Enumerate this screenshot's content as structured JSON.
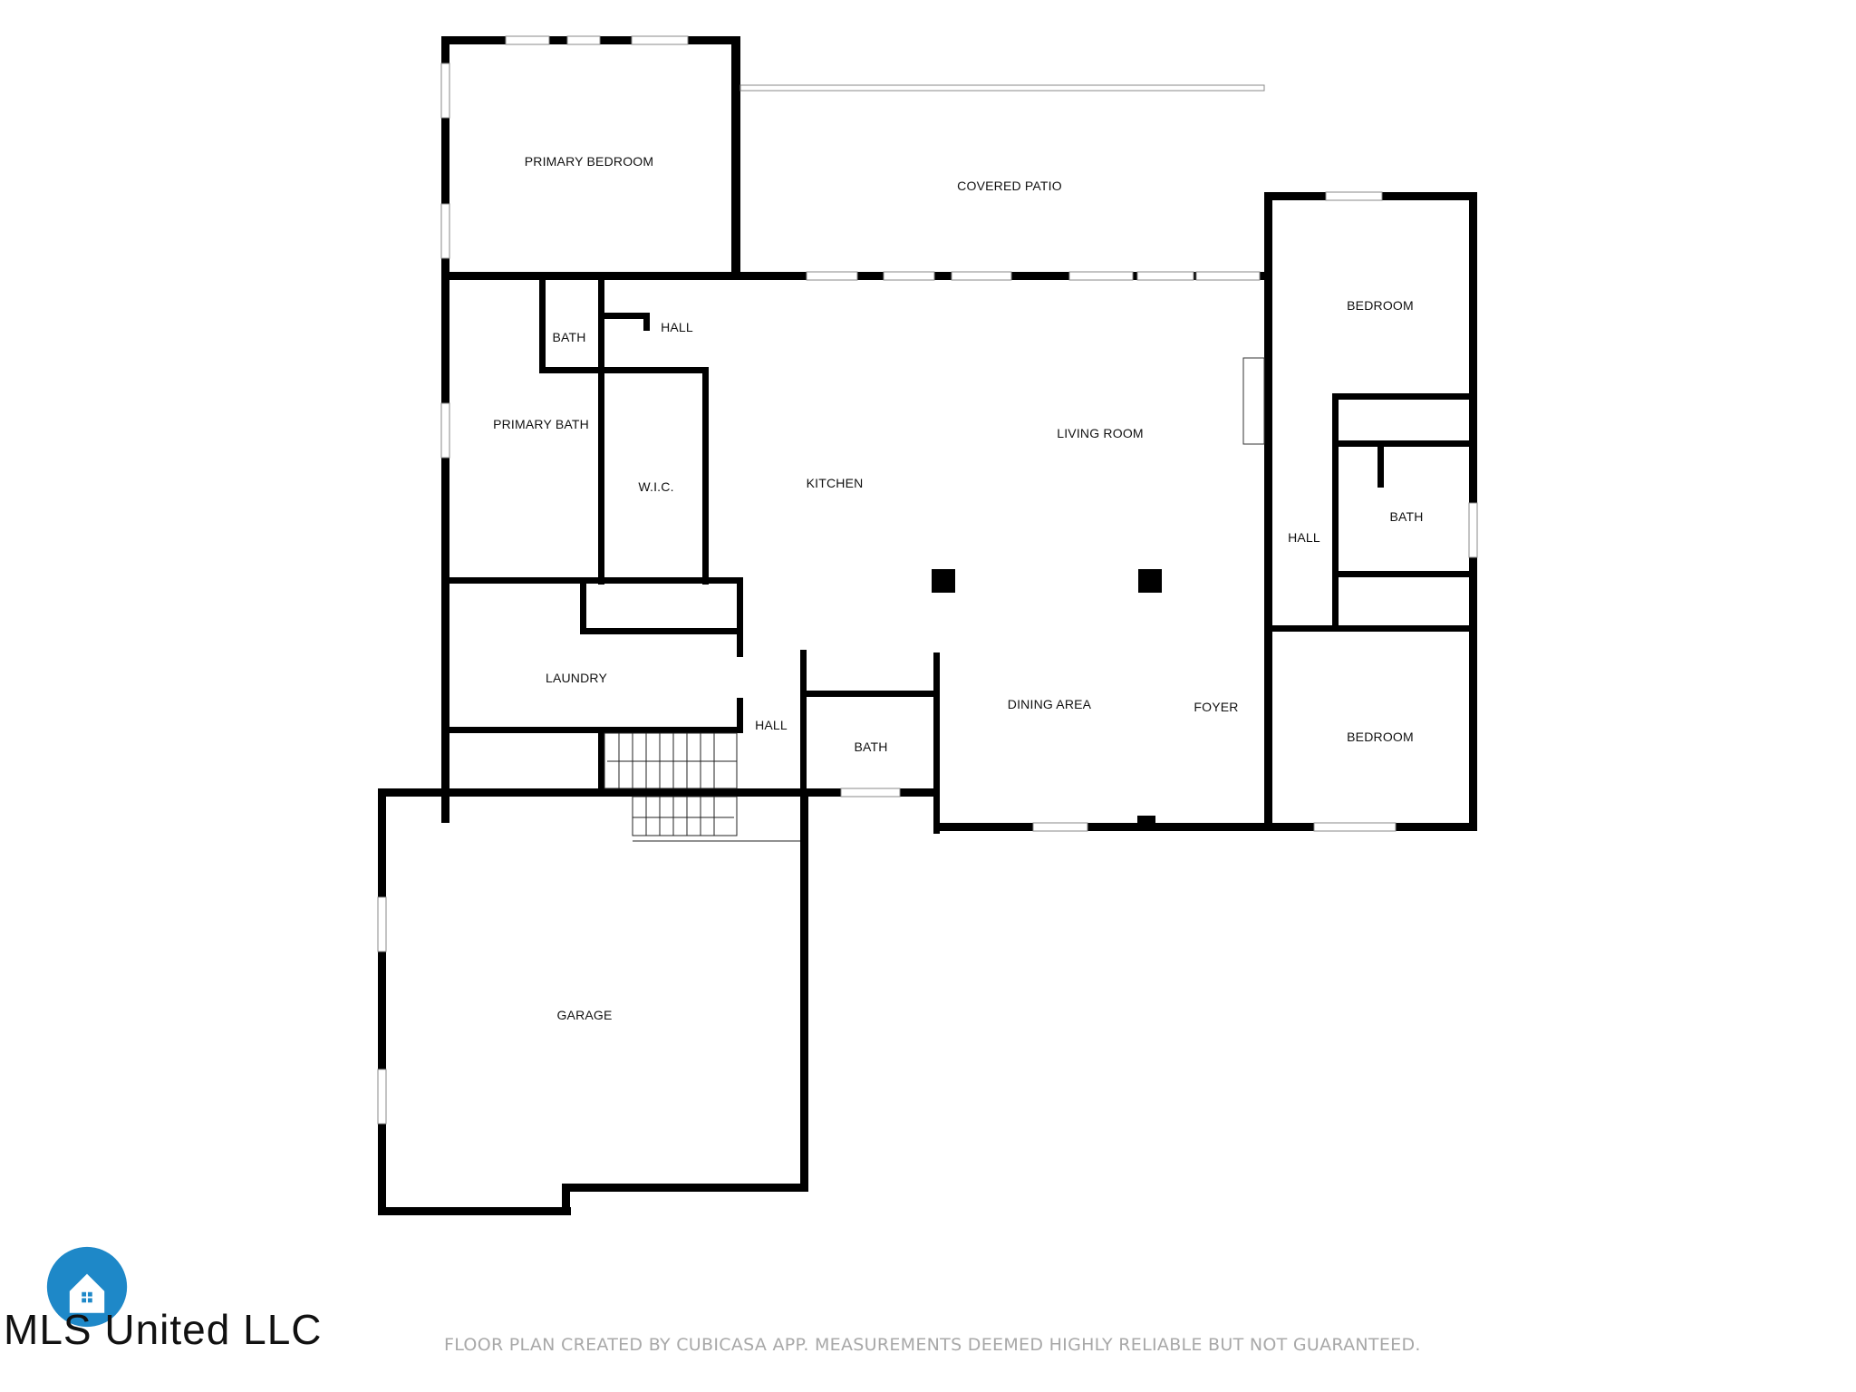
{
  "rooms": {
    "primary_bedroom": "PRIMARY BEDROOM",
    "covered_patio": "COVERED PATIO",
    "bedroom_upper": "BEDROOM",
    "bath_small": "BATH",
    "hall_upper": "HALL",
    "primary_bath": "PRIMARY BATH",
    "wic": "W.I.C.",
    "kitchen": "KITCHEN",
    "living_room": "LIVING ROOM",
    "bath_right": "BATH",
    "hall_right": "HALL",
    "laundry": "LAUNDRY",
    "hall_lower": "HALL",
    "bath_lower": "BATH",
    "dining_area": "DINING AREA",
    "foyer": "FOYER",
    "bedroom_lower": "BEDROOM",
    "garage": "GARAGE"
  },
  "footer": {
    "disclaimer": "FLOOR PLAN CREATED BY CUBICASA APP. MEASUREMENTS DEEMED HIGHLY RELIABLE BUT NOT GUARANTEED."
  },
  "branding": {
    "watermark": "MLS United LLC",
    "logo_color": "#1e88c8"
  }
}
